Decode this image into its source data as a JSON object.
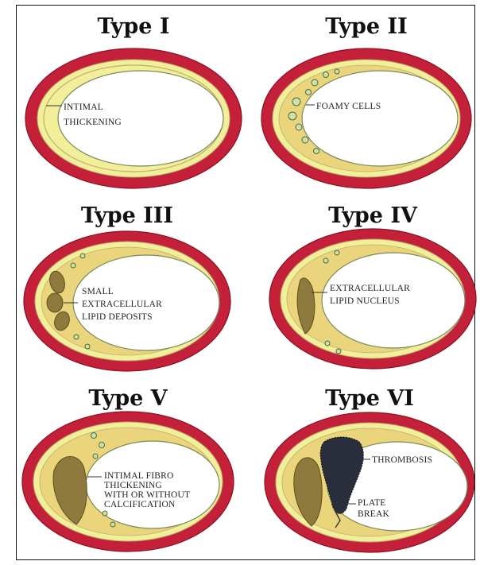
{
  "colors": {
    "adventitia": "#c4203a",
    "media": "#f2ee9a",
    "media_edge": "#b8b070",
    "intima": "#ebd57c",
    "lumen": "#ffffff",
    "lipid": "#8e7a3c",
    "cell": "#cfe1a8",
    "thrombus": "#2a2e3c"
  },
  "panels": [
    {
      "title": "Type I",
      "labels": [
        "INTIMAL",
        "THICKENING"
      ]
    },
    {
      "title": "Type II",
      "labels": [
        "FOAMY CELLS"
      ]
    },
    {
      "title": "Type III",
      "labels": [
        "SMALL",
        "EXTRACELLULAR",
        "LIPID DEPOSITS"
      ]
    },
    {
      "title": "Type IV",
      "labels": [
        "EXTRACELLULAR",
        "LIPID NUCLEUS"
      ]
    },
    {
      "title": "Type V",
      "labels": [
        "INTIMAL FIBRO",
        "THICKENING",
        "WITH OR WITHOUT",
        "CALCIFICATION"
      ]
    },
    {
      "title": "Type VI",
      "labels": [
        "THROMBOSIS",
        "PLATE",
        "BREAK"
      ]
    }
  ]
}
